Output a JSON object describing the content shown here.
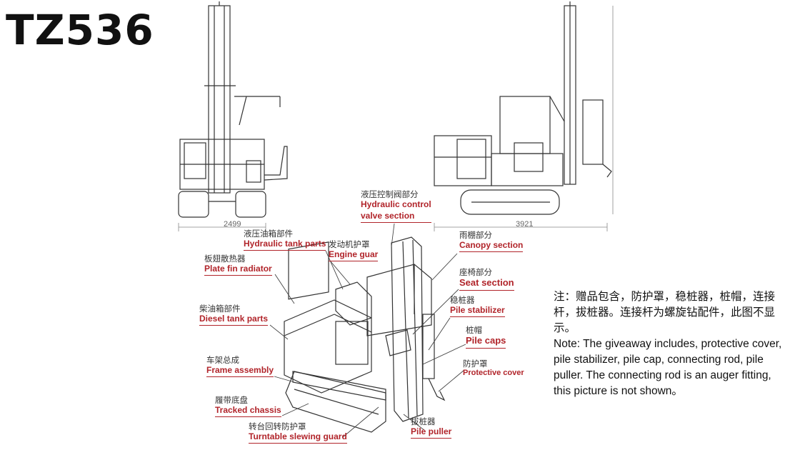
{
  "title": "TZ536",
  "dimensions": {
    "front_width": "2499",
    "side_length": "3921"
  },
  "labels": [
    {
      "zh": "液压控制阀部分",
      "en_lines": [
        "Hydraulic control",
        "valve section"
      ]
    },
    {
      "zh": "液压油箱部件",
      "en_lines": [
        "Hydraulic tank parts"
      ]
    },
    {
      "zh": "发动机护罩",
      "en_lines": [
        "Engine guar"
      ]
    },
    {
      "zh": "板翅散热器",
      "en_lines": [
        "Plate fin radiator"
      ]
    },
    {
      "zh": "雨棚部分",
      "en_lines": [
        "Canopy section"
      ]
    },
    {
      "zh": "座椅部分",
      "en_lines": [
        "Seat section"
      ]
    },
    {
      "zh": "稳桩器",
      "en_lines": [
        "Pile stabilizer"
      ]
    },
    {
      "zh": "柴油箱部件",
      "en_lines": [
        "Diesel tank parts"
      ]
    },
    {
      "zh": "桩帽",
      "en_lines": [
        "Pile caps"
      ]
    },
    {
      "zh": "防护罩",
      "en_lines": [
        "Protective cover"
      ]
    },
    {
      "zh": "车架总成",
      "en_lines": [
        "Frame assembly"
      ]
    },
    {
      "zh": "履带底盘",
      "en_lines": [
        "Tracked chassis"
      ]
    },
    {
      "zh": "转台回转防护罩",
      "en_lines": [
        "Turntable slewing guard"
      ]
    },
    {
      "zh": "拔桩器",
      "en_lines": [
        "Pile puller"
      ]
    }
  ],
  "note": {
    "zh": "注：赠品包含，防护罩，稳桩器，桩帽，连接杆，拔桩器。连接杆为螺旋钻配件，此图不显示。",
    "en": "Note: The giveaway includes, protective cover, pile stabilizer, pile cap, connecting rod, pile puller. The connecting rod is an auger fitting, this picture is not shown。"
  }
}
